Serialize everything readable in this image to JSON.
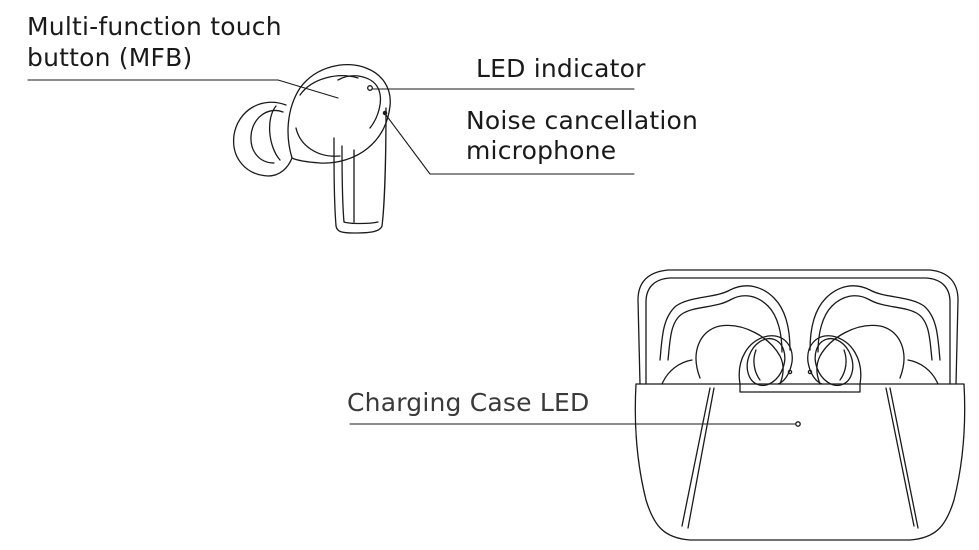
{
  "labels": {
    "mfb_line1": "Multi-function touch",
    "mfb_line2": "button (MFB)",
    "led_indicator": "LED indicator",
    "noise_line1": "Noise cancellation",
    "noise_line2": "microphone",
    "case_led": "Charging Case LED"
  },
  "colors": {
    "line": "#1a1a1a",
    "background": "#ffffff"
  }
}
